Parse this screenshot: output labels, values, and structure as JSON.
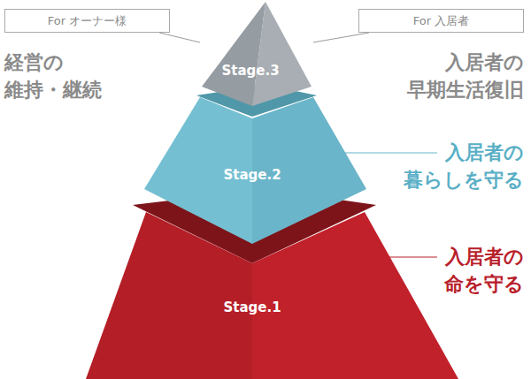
{
  "diagram": {
    "nodes": [
      {
        "text": [
          "For オーナー様"
        ]
      },
      {
        "text": [
          "For 入居者"
        ]
      },
      {
        "text": [
          "Stage.3"
        ]
      },
      {
        "text": [
          "Stage.2"
        ]
      },
      {
        "text": [
          "Stage.1"
        ]
      }
    ],
    "edges": [
      {
        "from": 0,
        "to": 2,
        "arrow": "none"
      },
      {
        "from": 1,
        "to": 2,
        "arrow": "none"
      }
    ],
    "labels": [
      "経営の 維持・継続",
      "入居者の 早期生活復旧",
      "入居者の 暮らしを守る",
      "入居者の 命を守る"
    ]
  }
}
